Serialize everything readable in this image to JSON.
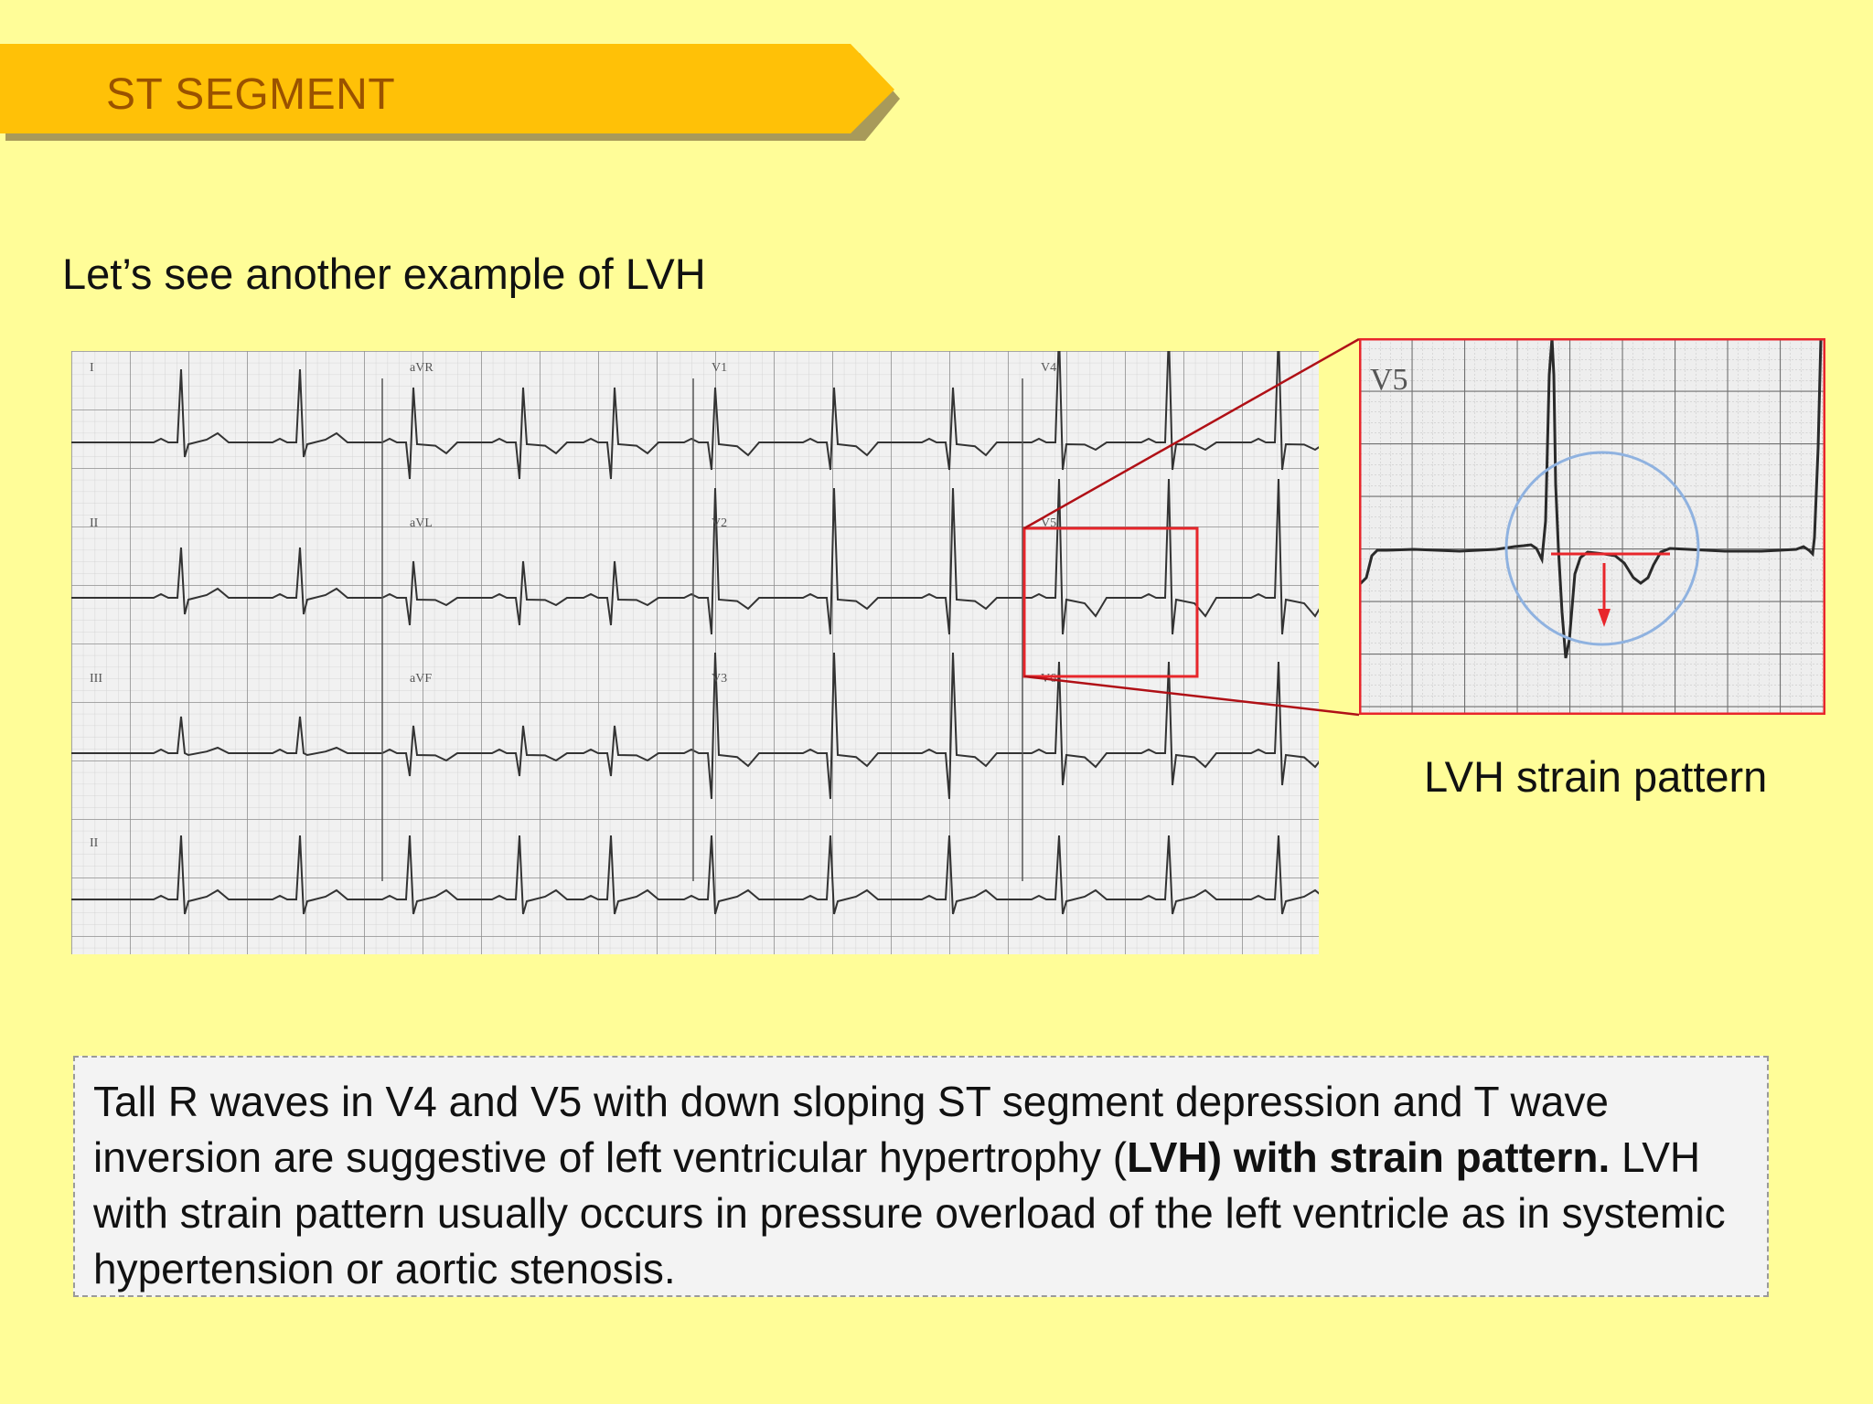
{
  "slide": {
    "section_title": "ST SEGMENT",
    "intro": "Let’s see another example of LVH",
    "zoom_caption": "LVH strain pattern",
    "note": {
      "part1": "Tall R waves in V4 and V5 with down sloping ST segment depression and T wave inversion are suggestive of left ventricular hypertrophy (",
      "bold1": "LVH) with strain pattern.",
      "part2": " LVH with strain pattern usually occurs in pressure overload of the left ventricle as in systemic hypertension or aortic stenosis."
    }
  },
  "ecg": {
    "lead_labels": [
      "I",
      "aVR",
      "V1",
      "V4",
      "II",
      "aVL",
      "V2",
      "V5",
      "III",
      "aVF",
      "V3",
      "V6",
      "II"
    ],
    "zoom_lead_label": "V5"
  },
  "colors": {
    "background": "#fffd98",
    "banner": "#ffc107",
    "banner_text": "#9a5200",
    "highlight": "#e8262b",
    "circle": "#8fb2e0"
  }
}
